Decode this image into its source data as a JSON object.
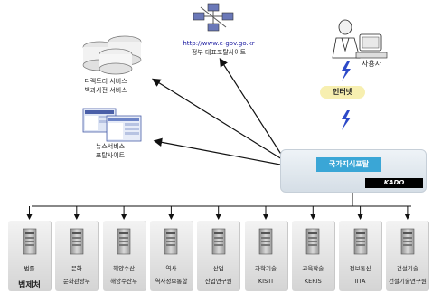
{
  "top": {
    "url": "http://www.e-gov.go.kr",
    "url_label": "정부 대표포탈사이트"
  },
  "user": {
    "label": "사용자"
  },
  "internet": {
    "label": "인터넷"
  },
  "directory": {
    "line1": "디렉토리 서비스",
    "line2": "백과사전 서비스"
  },
  "news": {
    "line1": "뉴스서비스",
    "line2": "포탈사이트"
  },
  "portal": {
    "label": "국가지식포탈",
    "badge": "KADO"
  },
  "colors": {
    "portal_label_bg": "#3aa6d6",
    "bubble_bg": "#f7efb0",
    "kado_bg": "#000000"
  },
  "nodes": [
    {
      "top": "법률",
      "bottom": "법제처"
    },
    {
      "top": "문화",
      "bottom": "문화관광부"
    },
    {
      "top": "해양수산",
      "bottom": "해양수산부"
    },
    {
      "top": "역사",
      "bottom": "역사정보통합"
    },
    {
      "top": "산업",
      "bottom": "산업연구원"
    },
    {
      "top": "과학기술",
      "bottom": "KISTI"
    },
    {
      "top": "교육학술",
      "bottom": "KERIS"
    },
    {
      "top": "정보통신",
      "bottom": "IITA"
    },
    {
      "top": "건설기술",
      "bottom": "건설기술연구원"
    }
  ]
}
